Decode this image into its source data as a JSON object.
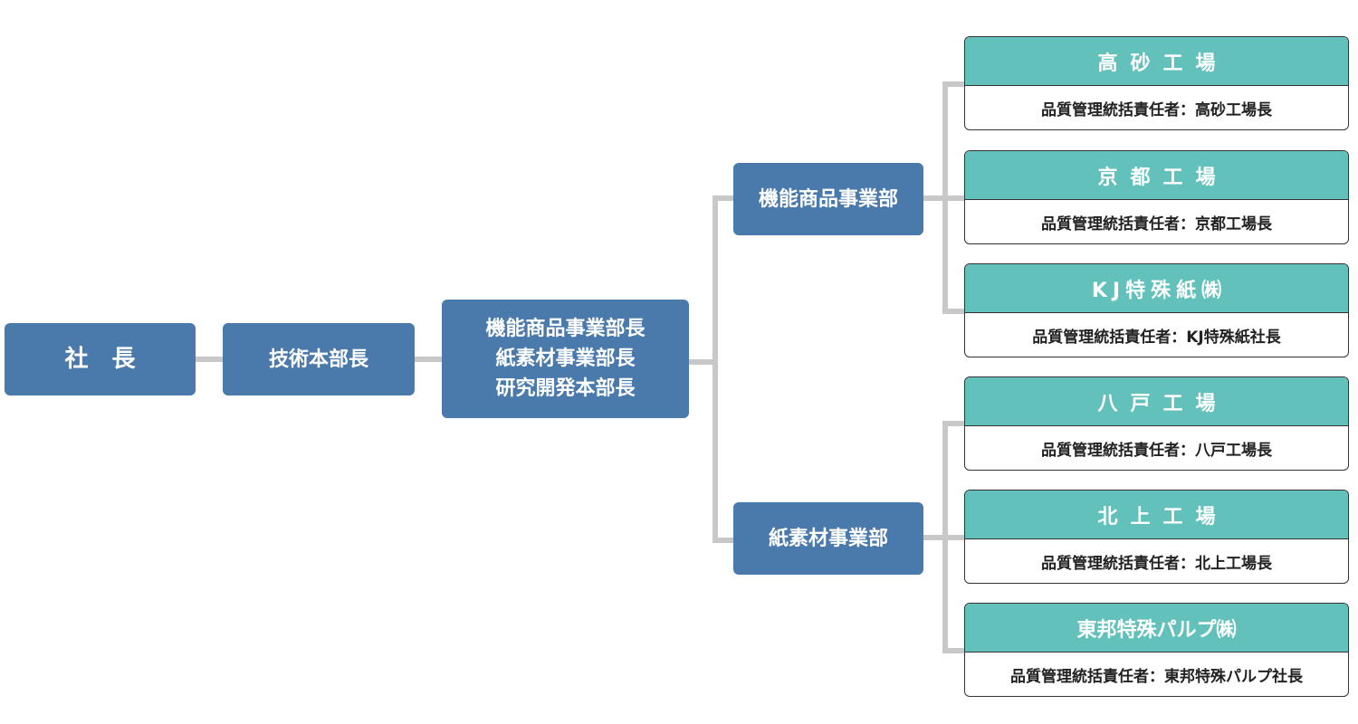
{
  "president": "社　長",
  "tech_head": "技術本部長",
  "combined_head": [
    "機能商品事業部長",
    "紙素材事業部長",
    "研究開発本部長"
  ],
  "divisions": {
    "functional": "機能商品事業部",
    "paper": "紙素材事業部"
  },
  "sites": [
    {
      "name": "高砂工場",
      "manager": "品質管理統括責任者：高砂工場長"
    },
    {
      "name": "京都工場",
      "manager": "品質管理統括責任者：京都工場長"
    },
    {
      "name": "KJ特殊紙㈱",
      "manager": "品質管理統括責任者：KJ特殊紙社長"
    },
    {
      "name": "八戸工場",
      "manager": "品質管理統括責任者：八戸工場長"
    },
    {
      "name": "北上工場",
      "manager": "品質管理統括責任者：北上工場長"
    },
    {
      "name": "東邦特殊パルプ㈱",
      "manager": "品質管理統括責任者：東邦特殊パルプ社長"
    }
  ],
  "colors": {
    "node_blue": "#4a7aac",
    "site_header_teal": "#63c1bb",
    "connector_gray": "#c8c8c8"
  }
}
